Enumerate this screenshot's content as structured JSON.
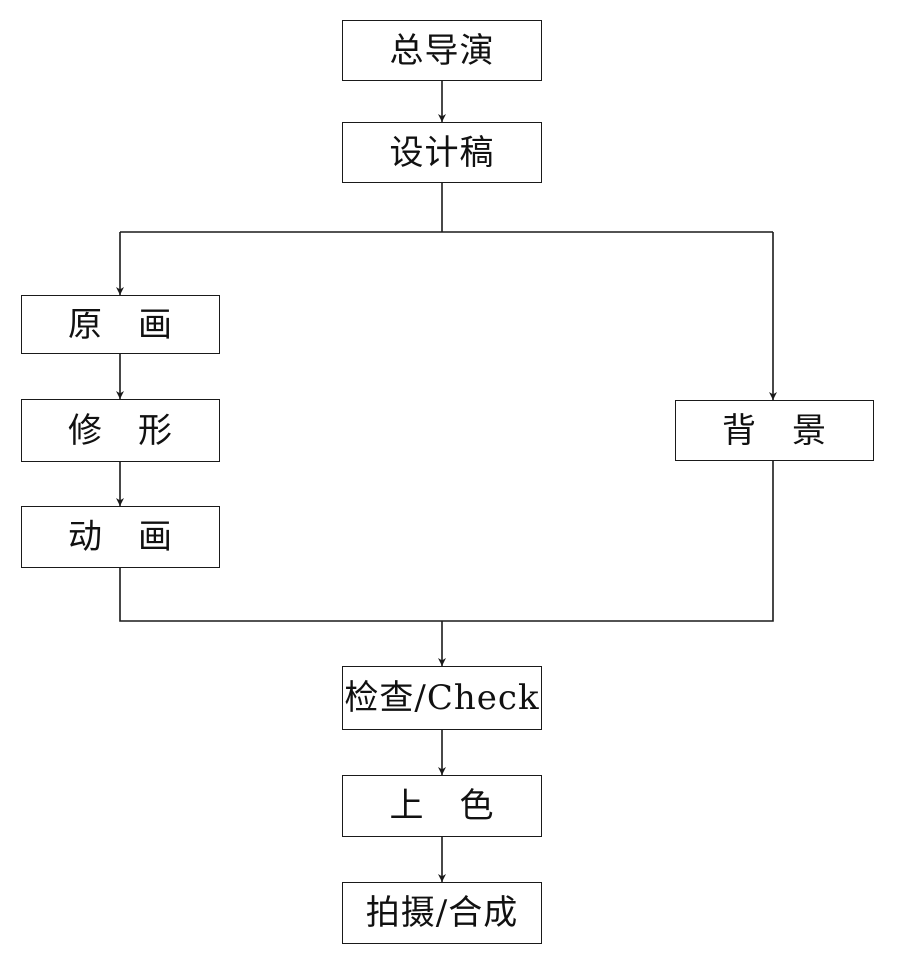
{
  "nodes": {
    "director": "总导演",
    "layout": "设计稿",
    "key_animation": "原　画",
    "cleanup": "修　形",
    "inbetween": "动　画",
    "background": "背　景",
    "check": "检查/Check",
    "coloring": "上　色",
    "compositing": "拍摄/合成"
  },
  "colors": {
    "line": "#1a1a1a",
    "text": "#111111",
    "background": "#ffffff"
  }
}
